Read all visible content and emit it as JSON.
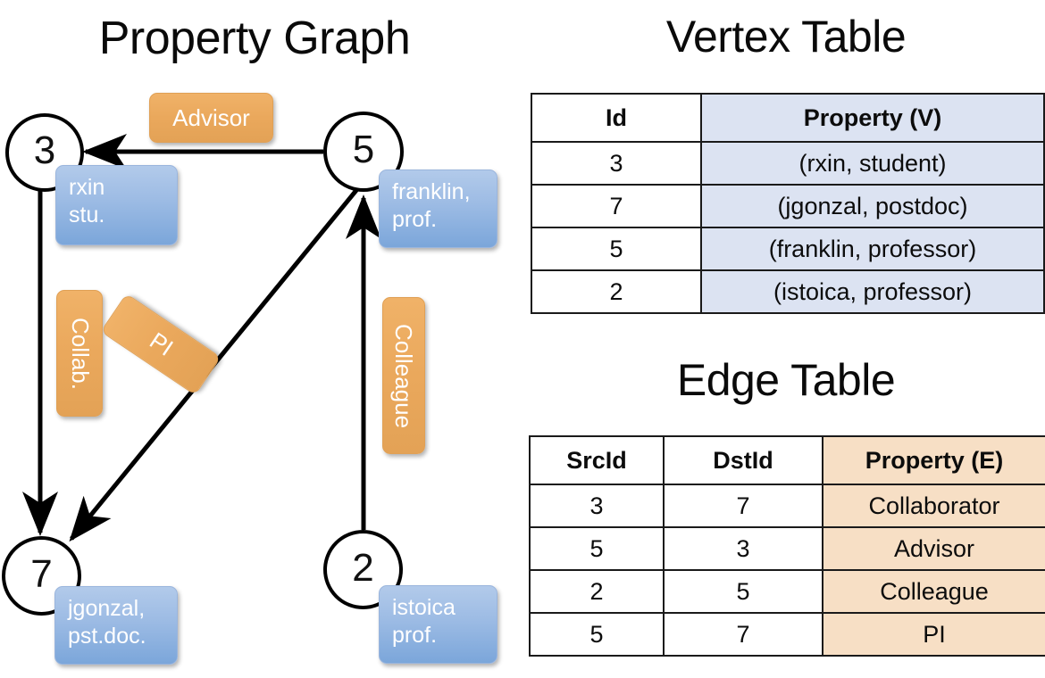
{
  "titles": {
    "property_graph": "Property Graph",
    "vertex_table": "Vertex Table",
    "edge_table": "Edge Table"
  },
  "graph": {
    "nodes": [
      {
        "id": "3",
        "label": "3",
        "property_lines": [
          "rxin",
          "stu."
        ]
      },
      {
        "id": "5",
        "label": "5",
        "property_lines": [
          "franklin,",
          "prof."
        ]
      },
      {
        "id": "7",
        "label": "7",
        "property_lines": [
          "jgonzal,",
          "pst.doc."
        ]
      },
      {
        "id": "2",
        "label": "2",
        "property_lines": [
          "istoica",
          "prof."
        ]
      }
    ],
    "edge_labels": [
      {
        "name": "advisor",
        "text": "Advisor",
        "from": "5",
        "to": "3"
      },
      {
        "name": "collab",
        "text": "Collab.",
        "from": "3",
        "to": "7"
      },
      {
        "name": "pi",
        "text": "PI",
        "from": "5",
        "to": "7"
      },
      {
        "name": "colleague",
        "text": "Colleague",
        "from": "2",
        "to": "5"
      }
    ],
    "colors": {
      "node_stroke": "#000000",
      "vertex_box": "#9cbbe4",
      "edge_box": "#eaa85c",
      "edge_line": "#000000"
    }
  },
  "vertex_table": {
    "headers": [
      "Id",
      "Property (V)"
    ],
    "rows": [
      {
        "id": "3",
        "property": "(rxin, student)"
      },
      {
        "id": "7",
        "property": "(jgonzal, postdoc)"
      },
      {
        "id": "5",
        "property": "(franklin, professor)"
      },
      {
        "id": "2",
        "property": "(istoica, professor)"
      }
    ],
    "property_fill": "#dce3f2"
  },
  "edge_table": {
    "headers": [
      "SrcId",
      "DstId",
      "Property (E)"
    ],
    "rows": [
      {
        "src": "3",
        "dst": "7",
        "property": "Collaborator"
      },
      {
        "src": "5",
        "dst": "3",
        "property": "Advisor"
      },
      {
        "src": "2",
        "dst": "5",
        "property": "Colleague"
      },
      {
        "src": "5",
        "dst": "7",
        "property": "PI"
      }
    ],
    "property_fill": "#f7dfc5"
  }
}
